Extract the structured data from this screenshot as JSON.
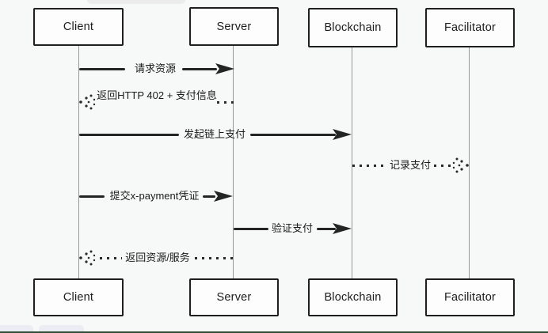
{
  "diagram": {
    "type": "sequence-diagram",
    "actors": [
      {
        "name": "Client"
      },
      {
        "name": "Server"
      },
      {
        "name": "Blockchain"
      },
      {
        "name": "Facilitator"
      }
    ],
    "messages": [
      {
        "from": "Client",
        "to": "Server",
        "label": "请求资源",
        "line": "solid",
        "arrowhead": "solid-right"
      },
      {
        "from": "Server",
        "to": "Client",
        "label": "返回HTTP 402 + 支付信息",
        "line": "dotted",
        "arrowhead": "sketch-dots-left"
      },
      {
        "from": "Client",
        "to": "Blockchain",
        "label": "发起链上支付",
        "line": "solid",
        "arrowhead": "solid-right"
      },
      {
        "from": "Blockchain",
        "to": "Facilitator",
        "label": "记录支付",
        "line": "dotted",
        "arrowhead": "sketch-dots-right"
      },
      {
        "from": "Client",
        "to": "Server",
        "label": "提交x-payment凭证",
        "line": "solid",
        "arrowhead": "solid-right"
      },
      {
        "from": "Server",
        "to": "Blockchain",
        "label": "验证支付",
        "line": "solid",
        "arrowhead": "solid-right"
      },
      {
        "from": "Server",
        "to": "Client",
        "label": "返回资源/服务",
        "line": "dotted",
        "arrowhead": "sketch-dots-left"
      }
    ],
    "colors": {
      "ink": "#1f1f1f",
      "lifeline": "#979797",
      "background": "#f7f8f8",
      "box_fill": "#fdfdfd",
      "bottom_bar": "#2f4f38",
      "bottom_chip": "#ececf4"
    }
  }
}
